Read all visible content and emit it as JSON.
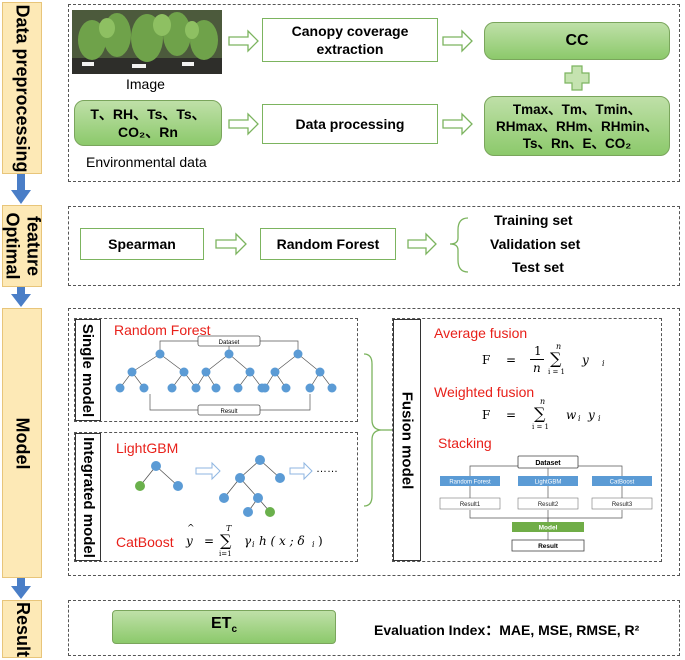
{
  "stages": {
    "preprocessing": "Data preprocessing",
    "feature_line1": "feature",
    "feature_line2": "Optimal",
    "model": "Model",
    "result": "Result"
  },
  "preprocessing": {
    "image_caption": "Image",
    "env_caption": "Environmental data",
    "env_vars_line1": "T、RH、Ts、Ts、",
    "env_vars_line2": "CO₂、Rn",
    "canopy_box": "Canopy coverage extraction",
    "data_processing_box": "Data processing",
    "cc_box": "CC",
    "plus_symbol": "+",
    "features_line1": "Tmax、Tm、Tmin、",
    "features_line2": "RHmax、RHm、RHmin、",
    "features_line3": "Ts、Rn、E、CO₂"
  },
  "feature_optimal": {
    "spearman": "Spearman",
    "random_forest": "Random Forest",
    "sets": [
      "Training set",
      "Validation set",
      "Test set"
    ]
  },
  "model": {
    "single_model_label": "Single model",
    "integrated_model_label": "Integrated model",
    "fusion_model_label": "Fusion model",
    "random_forest_title": "Random Forest",
    "rf_dataset": "Dataset",
    "rf_result": "Result",
    "lightgbm_title": "LightGBM",
    "lightgbm_ellipsis": "……",
    "catboost_title": "CatBoost",
    "average_fusion": "Average fusion",
    "weighted_fusion": "Weighted fusion",
    "stacking": "Stacking",
    "stack_dataset": "Dataset",
    "stack_models": [
      "Random Forest",
      "LightGBM",
      "CatBoost"
    ],
    "stack_results": [
      "Result1",
      "Result2",
      "Result3"
    ],
    "stack_model": "Model",
    "stack_result": "Result"
  },
  "formulas": {
    "avg_F": "F",
    "avg_eq": "=",
    "avg_num": "1",
    "avg_den": "n",
    "avg_top": "n",
    "avg_sigma": "∑",
    "avg_bottom": "i = 1",
    "avg_term": "y",
    "avg_sub": "i",
    "w_F": "F",
    "w_eq": "=",
    "w_top": "n",
    "w_sigma": "∑",
    "w_bottom": "i = 1",
    "w_term": "w",
    "w_sub1": "i",
    "w_term2": "y",
    "w_sub2": "i",
    "cb_hat": "^",
    "cb_y": "y",
    "cb_eq": "=",
    "cb_top": "T",
    "cb_sigma": "∑",
    "cb_bottom": "i=1",
    "cb_term": "γ",
    "cb_sub": "i",
    "cb_rest": "h ( x ; δ",
    "cb_sub2": "i",
    "cb_close": ")"
  },
  "result": {
    "etc_main": "ET",
    "etc_sub": "c",
    "evaluation_index": "Evaluation Index：MAE, MSE, RMSE, R²"
  },
  "colors": {
    "green_box": "#a5d68a",
    "stage_fill": "#fde9b6",
    "blue_arrow": "#4a7ec7",
    "tree_node": "#5b9bd5",
    "leaf_green": "#6ab04c",
    "fusion_red": "#e8201a",
    "stack_blue": "#5b9bd5",
    "stack_green": "#70ad47"
  }
}
